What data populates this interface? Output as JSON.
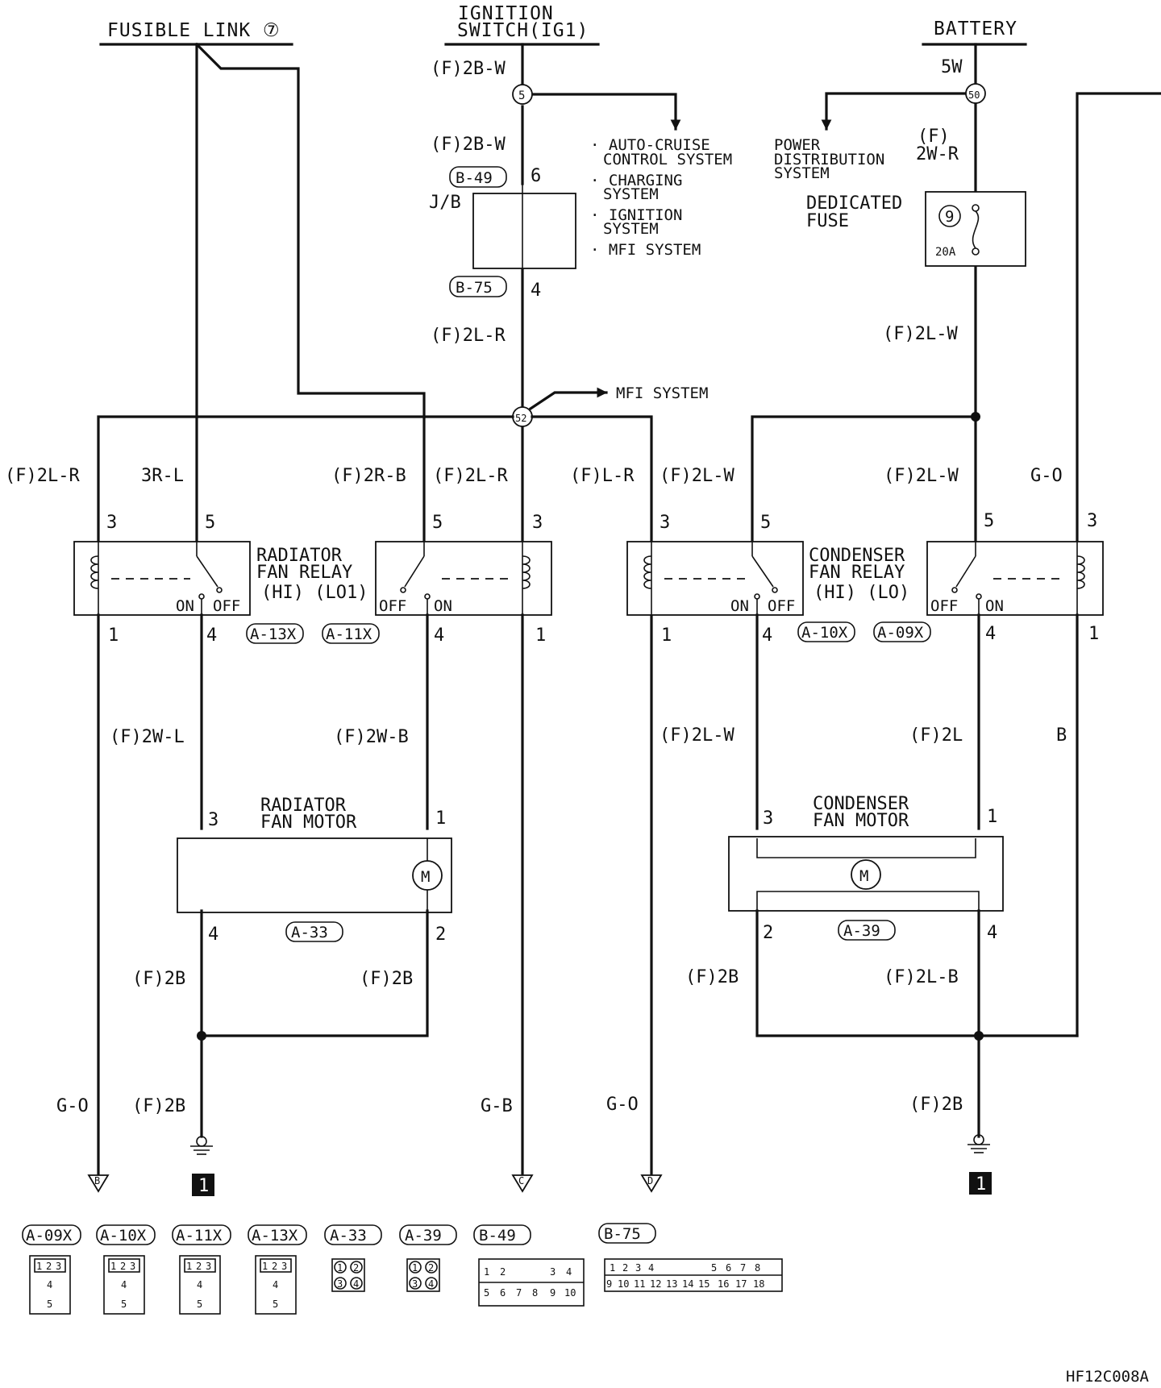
{
  "sources": {
    "fusible_link": "FUSIBLE LINK ⑦",
    "ignition_l1": "IGNITION",
    "ignition_l2": "SWITCH(IG1)",
    "battery": "BATTERY"
  },
  "wires": {
    "ig_2bw_top": "(F)2B-W",
    "ig_2bw_mid": "(F)2B-W",
    "ig_2lr": "(F)2L-R",
    "bat_5w": "5W",
    "bat_2wr_l1": "(F)",
    "bat_2wr_l2": "2W-R",
    "bat_2lw_top": "(F)2L-W",
    "r1": "(F)2L-R",
    "r2": "3R-L",
    "r3": "(F)2R-B",
    "r4": "(F)2L-R",
    "r5": "(F)L-R",
    "r6": "(F)2L-W",
    "r7": "(F)2L-W",
    "r8": "G-O",
    "m1": "(F)2W-L",
    "m2": "(F)2W-B",
    "m3": "(F)2L-W",
    "m4": "(F)2L",
    "m5": "B",
    "g1": "(F)2B",
    "g2": "(F)2B",
    "g3": "(F)2B",
    "g4": "(F)2L-B",
    "b1": "G-O",
    "b2": "(F)2B",
    "b3": "G-B",
    "b4": "G-O",
    "b5": "(F)2B"
  },
  "junctions": {
    "j5": "5",
    "j50": "50",
    "j52": "52"
  },
  "systems": {
    "ac_l1": "· AUTO-CRUISE",
    "ac_l2": "CONTROL SYSTEM",
    "ch_l1": "· CHARGING",
    "ch_l2": "SYSTEM",
    "ig_l1": "· IGNITION",
    "ig_l2": "SYSTEM",
    "mfi1": "· MFI SYSTEM",
    "mfi2": "MFI SYSTEM",
    "pd_l1": "POWER",
    "pd_l2": "DISTRIBUTION",
    "pd_l3": "SYSTEM"
  },
  "jb": {
    "label": "J/B",
    "conn_top": "B-49",
    "pin_top": "6",
    "conn_bot": "B-75",
    "pin_bot": "4"
  },
  "fuse": {
    "label_l1": "DEDICATED",
    "label_l2": "FUSE",
    "number": "9",
    "rating": "20A"
  },
  "radiator_relay": {
    "l1": "RADIATOR",
    "l2": "FAN RELAY",
    "l3": "(HI) (LO1)",
    "hi_pins": [
      "3",
      "5",
      "1",
      "4"
    ],
    "lo_pins": [
      "5",
      "3",
      "4",
      "1"
    ],
    "on": "ON",
    "off": "OFF",
    "conn_hi": "A-13X",
    "conn_lo": "A-11X"
  },
  "condenser_relay": {
    "l1": "CONDENSER",
    "l2": "FAN RELAY",
    "l3": "(HI)  (LO)",
    "hi_pins": [
      "3",
      "5",
      "1",
      "4"
    ],
    "lo_pins": [
      "5",
      "3",
      "4",
      "1"
    ],
    "on": "ON",
    "off": "OFF",
    "conn_hi": "A-10X",
    "conn_lo": "A-09X"
  },
  "radiator_motor": {
    "l1": "RADIATOR",
    "l2": "FAN MOTOR",
    "pins": [
      "3",
      "1",
      "4",
      "2"
    ],
    "symbol": "M",
    "conn": "A-33"
  },
  "condenser_motor": {
    "l1": "CONDENSER",
    "l2": "FAN MOTOR",
    "pins": [
      "3",
      "1",
      "2",
      "4"
    ],
    "symbol": "M",
    "conn": "A-39"
  },
  "terminals": {
    "t1": "B",
    "t2": "C",
    "t3": "D"
  },
  "ground_ref": "1",
  "connector_legend": [
    {
      "id": "A-09X",
      "pins": [
        "1",
        "2",
        "3",
        "4",
        "5"
      ]
    },
    {
      "id": "A-10X",
      "pins": [
        "1",
        "2",
        "3",
        "4",
        "5"
      ]
    },
    {
      "id": "A-11X",
      "pins": [
        "1",
        "2",
        "3",
        "4",
        "5"
      ]
    },
    {
      "id": "A-13X",
      "pins": [
        "1",
        "2",
        "3",
        "4",
        "5"
      ]
    },
    {
      "id": "A-33",
      "pins": [
        "1",
        "2",
        "3",
        "4"
      ]
    },
    {
      "id": "A-39",
      "pins": [
        "1",
        "2",
        "3",
        "4"
      ]
    },
    {
      "id": "B-49",
      "pins": [
        "1",
        "2",
        "3",
        "4",
        "5",
        "6",
        "7",
        "8",
        "9",
        "10"
      ]
    },
    {
      "id": "B-75",
      "pins": [
        "1",
        "2",
        "3",
        "4",
        "5",
        "6",
        "7",
        "8",
        "9",
        "10",
        "11",
        "12",
        "13",
        "14",
        "15",
        "16",
        "17",
        "18"
      ]
    }
  ],
  "figure_code": "HF12C008A"
}
